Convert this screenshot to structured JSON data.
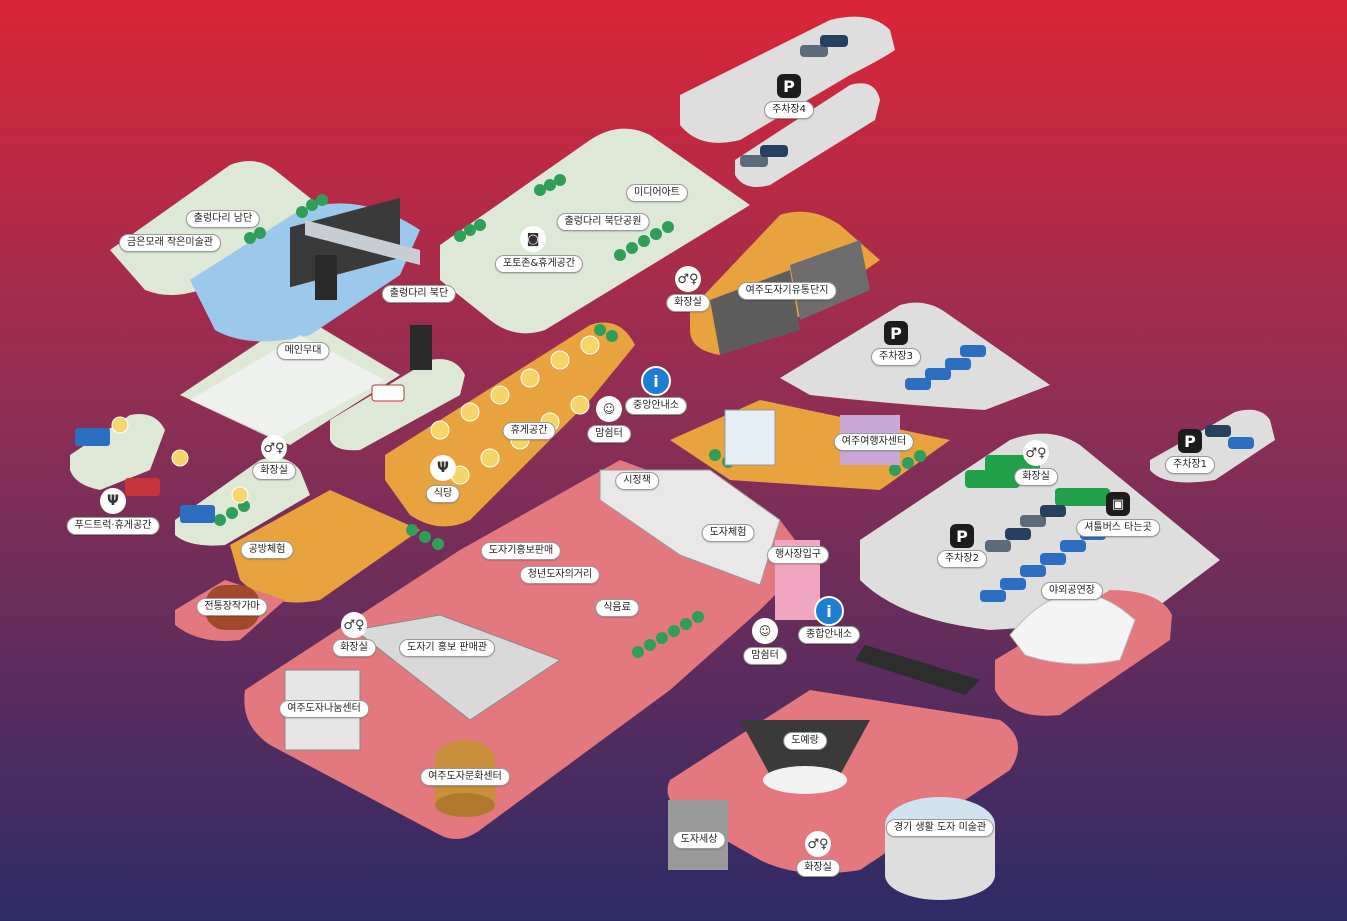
{
  "colors": {
    "bg_top": "#d82a3a",
    "bg_bottom": "#2e2a66",
    "zone_green": "#dde8d6",
    "zone_orange": "#e8a23e",
    "zone_pink": "#e4787f",
    "zone_gray": "#dedede",
    "water": "#9cc8ec",
    "tree": "#2f9e58",
    "info": "#1d7fd3"
  },
  "labels": {
    "parking4": "주차장4",
    "media_art": "미디어아트",
    "bridge_north_park": "출렁다리 북단공원",
    "photo_zone": "포토존&휴게공간",
    "bridge_south": "출렁다리 남단",
    "sand_museum": "금은모래 작은미술관",
    "bridge_north": "출렁다리 북단",
    "restroom_top": "화장실",
    "ceramic_complex": "여주도자기유통단지",
    "main_stage": "메인무대",
    "parking3": "주차장3",
    "central_info": "중앙안내소",
    "rest_area": "휴게공간",
    "mom_shelter_top": "맘쉼터",
    "tourist_center": "여주여행자센터",
    "restroom_left": "화장실",
    "restroom_right": "화장실",
    "parking1": "주차장1",
    "restaurant": "식당",
    "food_truck": "푸드트럭·휴게공간",
    "poetry_walk": "시정책",
    "workshop": "공방체험",
    "ceramic_experience": "도자체험",
    "shuttle_bus": "셔틀버스 타는곳",
    "ceramic_promo_sale": "도자기홍보판매",
    "event_entrance": "행사장입구",
    "young_ceramic_street": "청년도자의거리",
    "parking2": "주차장2",
    "kiln": "전통장작가마",
    "beverage": "식음료",
    "outdoor_stage": "야외공연장",
    "restroom_mid": "화장실",
    "ceramic_promo_hall": "도자기 홍보 판매관",
    "mom_shelter_bottom": "맘쉼터",
    "general_info": "종합안내소",
    "sharing_center": "여주도자나눔센터",
    "doyerang": "도예랑",
    "culture_center": "여주도자문화센터",
    "ceramic_world": "도자세상",
    "gyeonggi_museum": "경기 생활 도자 미술관",
    "restroom_bottom": "화장실"
  },
  "icons": {
    "parking": "parking-icon",
    "info": "info-icon",
    "restroom": "restroom-icon",
    "food": "fork-knife-icon",
    "camera": "camera-icon",
    "mom": "mother-baby-icon",
    "bus": "bus-icon"
  }
}
